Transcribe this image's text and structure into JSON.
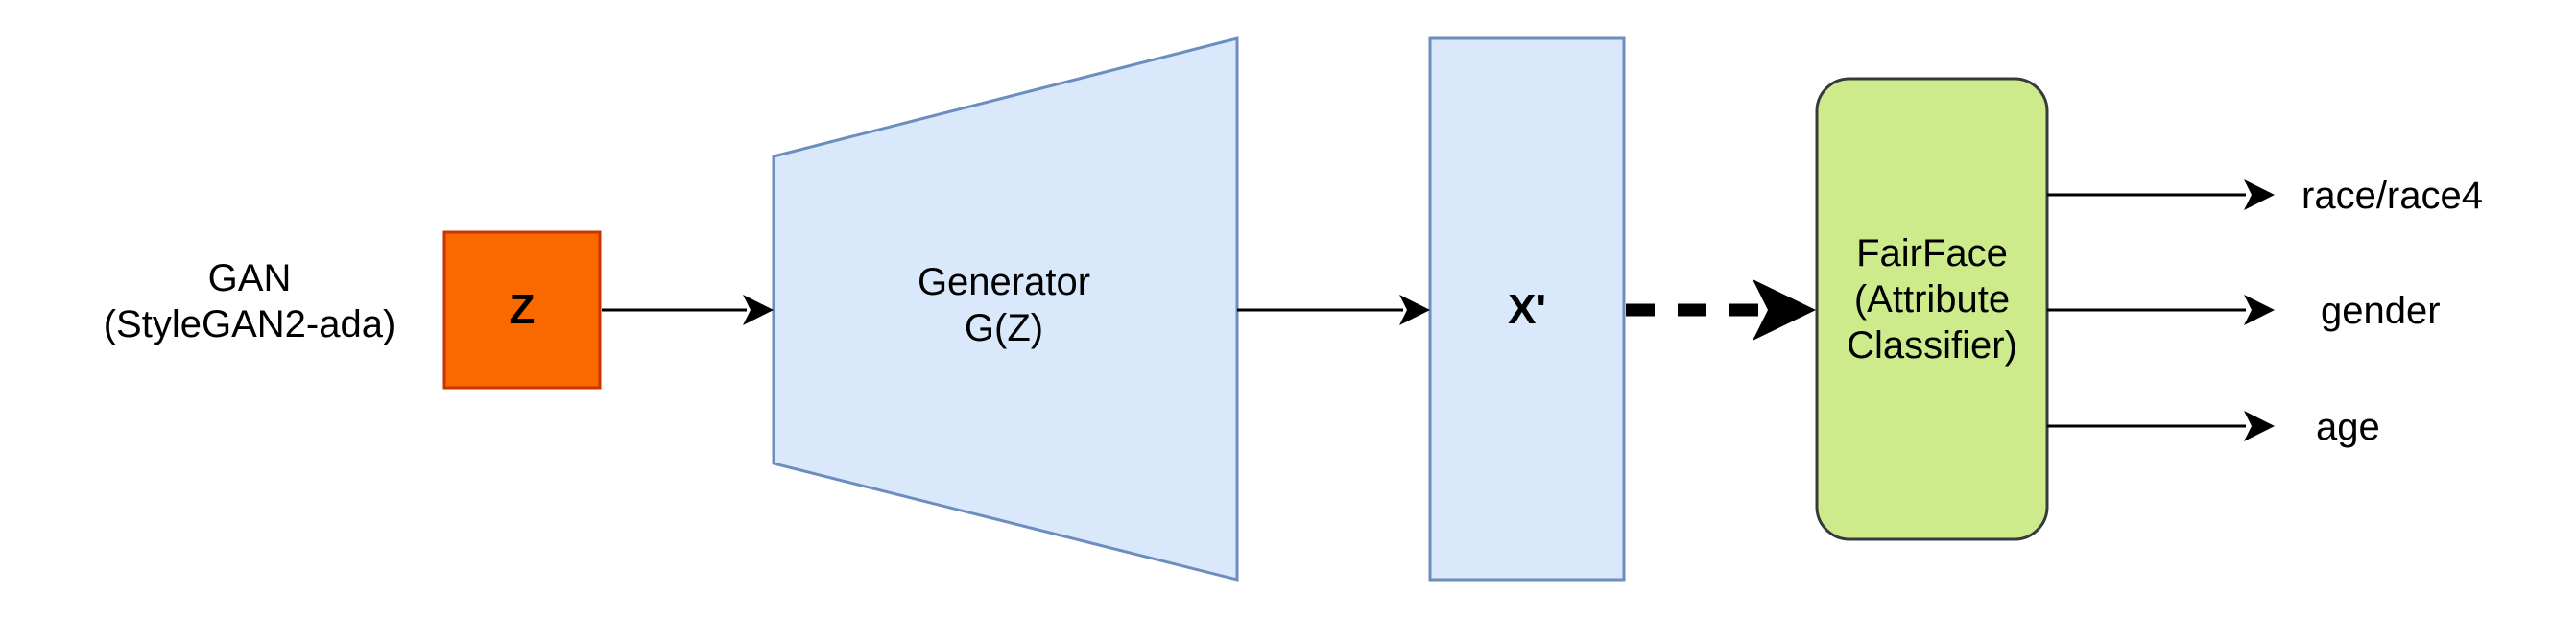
{
  "gan_label": {
    "line1": "GAN",
    "line2": "(StyleGAN2-ada)"
  },
  "z_box": {
    "label": "Z",
    "fill": "#fa6800",
    "stroke": "#c73500"
  },
  "generator": {
    "line1": "Generator",
    "line2": "G(Z)",
    "fill": "#dae8fc",
    "stroke": "#6c8ebf"
  },
  "x_prime_box": {
    "label": "X'",
    "fill": "#dae8fc",
    "stroke": "#6c8ebf"
  },
  "classifier": {
    "line1": "FairFace",
    "line2": "(Attribute",
    "line3": "Classifier)",
    "fill": "#cdeb8b",
    "stroke": "#36393d"
  },
  "outputs": [
    "race/race4",
    "gender",
    "age"
  ]
}
